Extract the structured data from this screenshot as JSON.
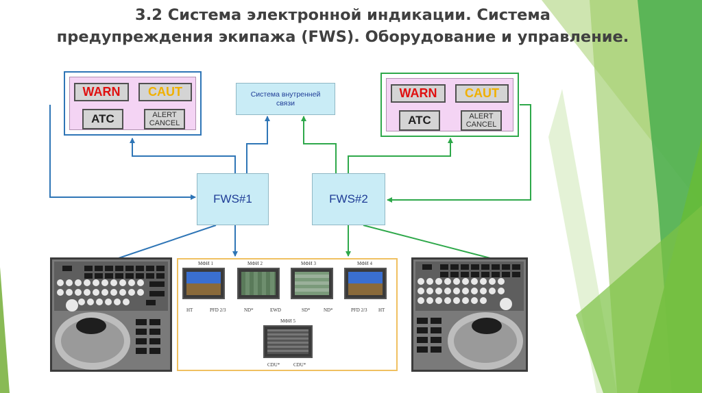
{
  "title": {
    "line1": "3.2 Система электронной индикации. Система",
    "line2": "предупреждения экипажа (FWS). Оборудование и управление."
  },
  "left_panel": {
    "warn": "WARN",
    "caut": "CAUT",
    "atc": "ATC",
    "alert_l1": "ALERT",
    "alert_l2": "CANCEL"
  },
  "right_panel": {
    "warn": "WARN",
    "caut": "CAUT",
    "atc": "ATC",
    "alert_l1": "ALERT",
    "alert_l2": "CANCEL"
  },
  "intercom": {
    "line1": "Система внутренней",
    "line2": "связи"
  },
  "fws1": "FWS#1",
  "fws2": "FWS#2",
  "screens": {
    "mfd_titles": [
      "МФИ 1",
      "МФИ 2",
      "МФИ 3",
      "МФИ 4"
    ],
    "mfd5_title": "МФИ 5",
    "labels": [
      "НТ",
      "PFD 2/3",
      "ND*",
      "EWD",
      "SD*",
      "ND*",
      "PFD 2/3",
      "НТ"
    ],
    "cdu_left": "CDU*",
    "cdu_right": "CDU*"
  },
  "colors": {
    "left_links": "#2e75b6",
    "right_links": "#2ea84a",
    "warn": "#e01010",
    "caut": "#f0b000",
    "box_fill": "#c9ecf6",
    "panel_fill": "#f4d4f4"
  }
}
